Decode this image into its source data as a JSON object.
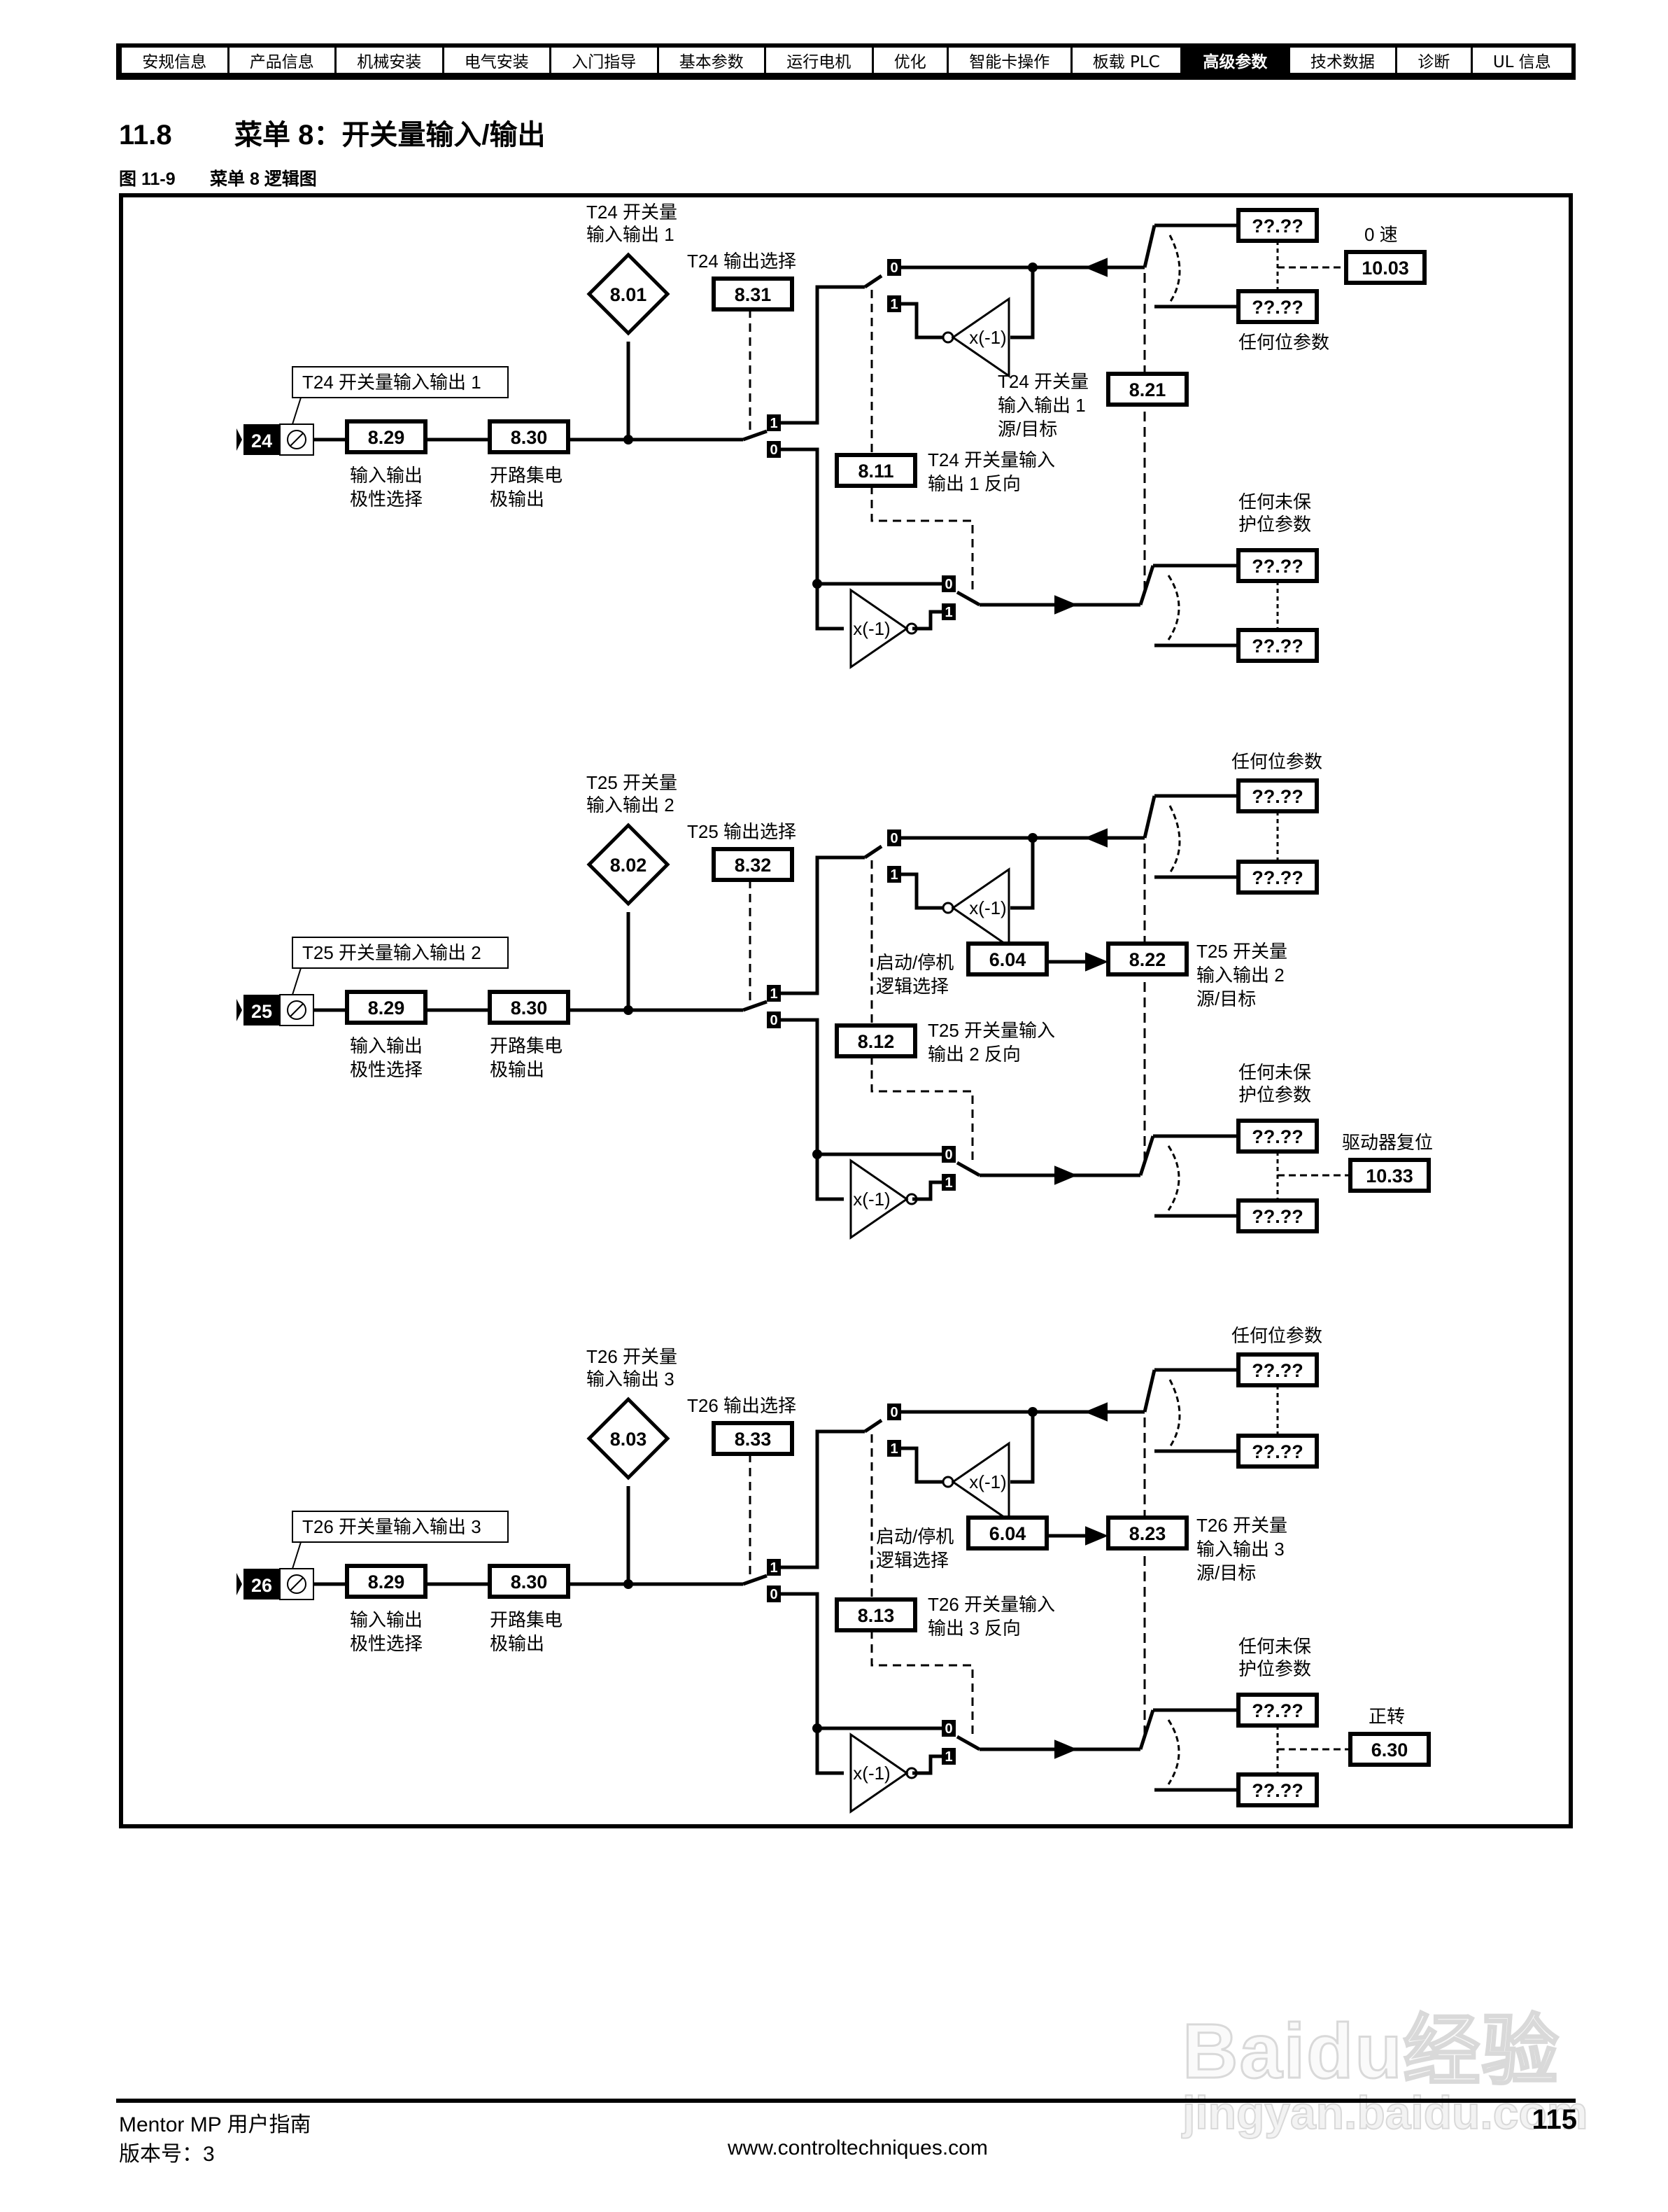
{
  "nav": {
    "tabs": [
      {
        "label": "安规信息",
        "active": false
      },
      {
        "label": "产品信息",
        "active": false
      },
      {
        "label": "机械安装",
        "active": false
      },
      {
        "label": "电气安装",
        "active": false
      },
      {
        "label": "入门指导",
        "active": false
      },
      {
        "label": "基本参数",
        "active": false
      },
      {
        "label": "运行电机",
        "active": false
      },
      {
        "label": "优化",
        "active": false
      },
      {
        "label": "智能卡操作",
        "active": false
      },
      {
        "label": "板载 PLC",
        "active": false
      },
      {
        "label": "高级参数",
        "active": true
      },
      {
        "label": "技术数据",
        "active": false
      },
      {
        "label": "诊断",
        "active": false
      },
      {
        "label": "UL 信息",
        "active": false
      }
    ]
  },
  "section": {
    "number": "11.8",
    "title": "菜单 8：开关量输入/输出"
  },
  "figure": {
    "number": "图 11-9",
    "title": "菜单 8 逻辑图"
  },
  "diagram": {
    "blocks": [
      {
        "terminal": "24",
        "callout": "T24 开关量输入输出 1",
        "polarity_param": "8.29",
        "polarity_label": [
          "输入输出",
          "极性选择"
        ],
        "oc_param": "8.30",
        "oc_label": [
          "开路集电",
          "极输出"
        ],
        "state_param": "8.01",
        "state_label": [
          "T24 开关量",
          "输入输出 1"
        ],
        "output_select_param": "8.31",
        "output_select_label": "T24 输出选择",
        "invert_param": "8.11",
        "invert_label": [
          "T24 开关量输入",
          "输出 1 反向"
        ],
        "source_param": "8.21",
        "source_label": [
          "T24 开关量",
          "输入输出 1",
          "源/目标"
        ],
        "source_default": null,
        "source_default_label": null,
        "input_bits_label": "任何位参数",
        "input_bits_label_pos": "below",
        "input_bit_params": [
          "??.??",
          "??.??"
        ],
        "input_default_param": "10.03",
        "input_default_label": "0 速",
        "output_bits_label": [
          "任何未保",
          "护位参数"
        ],
        "output_bit_params": [
          "??.??",
          "??.??"
        ],
        "output_default_param": null,
        "output_default_label": null,
        "inverter_label": "x(-1)",
        "switch_labels": [
          "0",
          "1"
        ]
      },
      {
        "terminal": "25",
        "callout": "T25 开关量输入输出 2",
        "polarity_param": "8.29",
        "polarity_label": [
          "输入输出",
          "极性选择"
        ],
        "oc_param": "8.30",
        "oc_label": [
          "开路集电",
          "极输出"
        ],
        "state_param": "8.02",
        "state_label": [
          "T25 开关量",
          "输入输出 2"
        ],
        "output_select_param": "8.32",
        "output_select_label": "T25 输出选择",
        "invert_param": "8.12",
        "invert_label": [
          "T25 开关量输入",
          "输出 2 反向"
        ],
        "source_param": "8.22",
        "source_label": [
          "T25 开关量",
          "输入输出 2",
          "源/目标"
        ],
        "source_default": "6.04",
        "source_default_label": [
          "启动/停机",
          "逻辑选择"
        ],
        "input_bits_label": "任何位参数",
        "input_bits_label_pos": "above",
        "input_bit_params": [
          "??.??",
          "??.??"
        ],
        "input_default_param": null,
        "input_default_label": null,
        "output_bits_label": [
          "任何未保",
          "护位参数"
        ],
        "output_bit_params": [
          "??.??",
          "??.??"
        ],
        "output_default_param": "10.33",
        "output_default_label": "驱动器复位",
        "inverter_label": "x(-1)",
        "switch_labels": [
          "0",
          "1"
        ]
      },
      {
        "terminal": "26",
        "callout": "T26 开关量输入输出 3",
        "polarity_param": "8.29",
        "polarity_label": [
          "输入输出",
          "极性选择"
        ],
        "oc_param": "8.30",
        "oc_label": [
          "开路集电",
          "极输出"
        ],
        "state_param": "8.03",
        "state_label": [
          "T26 开关量",
          "输入输出 3"
        ],
        "output_select_param": "8.33",
        "output_select_label": "T26 输出选择",
        "invert_param": "8.13",
        "invert_label": [
          "T26 开关量输入",
          "输出 3 反向"
        ],
        "source_param": "8.23",
        "source_label": [
          "T26 开关量",
          "输入输出 3",
          "源/目标"
        ],
        "source_default": "6.04",
        "source_default_label": [
          "启动/停机",
          "逻辑选择"
        ],
        "input_bits_label": "任何位参数",
        "input_bits_label_pos": "above",
        "input_bit_params": [
          "??.??",
          "??.??"
        ],
        "input_default_param": null,
        "input_default_label": null,
        "output_bits_label": [
          "任何未保",
          "护位参数"
        ],
        "output_bit_params": [
          "??.??",
          "??.??"
        ],
        "output_default_param": "6.30",
        "output_default_label": "正转",
        "inverter_label": "x(-1)",
        "switch_labels": [
          "0",
          "1"
        ]
      }
    ]
  },
  "footer": {
    "manual": "Mentor MP 用户指南",
    "version": "版本号：3",
    "url": "www.controltechniques.com",
    "page": "115"
  },
  "watermark": {
    "brand": "Baidu经验",
    "site": "jingyan.baidu.com"
  }
}
